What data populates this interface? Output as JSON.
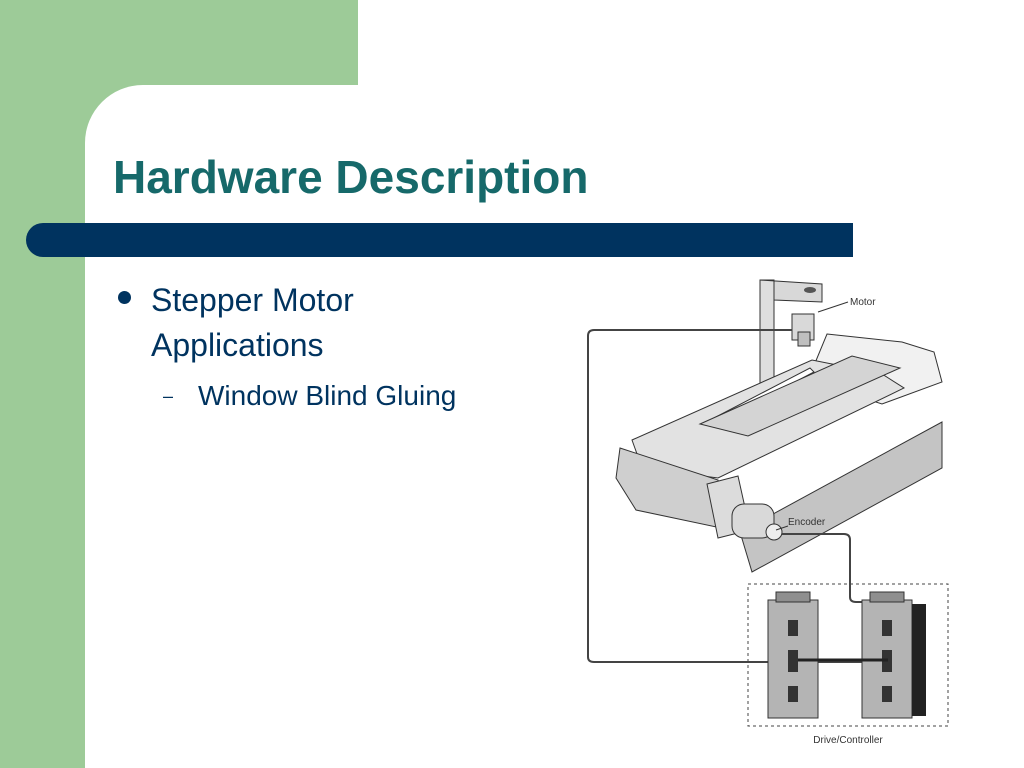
{
  "slide": {
    "title": "Hardware Description",
    "bullets": [
      {
        "text": "Stepper Motor Applications"
      }
    ],
    "sub_bullets": [
      {
        "dash": "–",
        "text": "Window Blind Gluing"
      }
    ]
  },
  "diagram": {
    "labels": {
      "motor": "Motor",
      "encoder": "Encoder",
      "drive_controller": "Drive/Controller"
    }
  },
  "colors": {
    "green_panel": "#9dcb98",
    "title_teal": "#16696a",
    "navy": "#00335f"
  }
}
